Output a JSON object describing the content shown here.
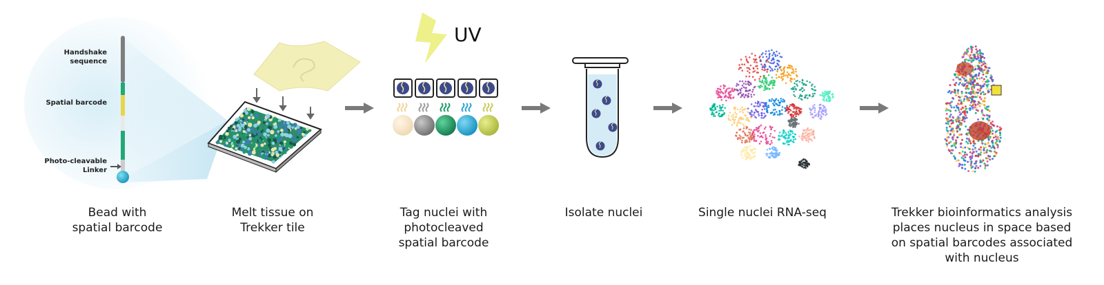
{
  "steps": [
    {
      "caption": "Bead with\nspatial barcode"
    },
    {
      "caption": "Melt tissue on\nTrekker tile"
    },
    {
      "caption": "Tag nuclei with\nphotocleaved\nspatial barcode"
    },
    {
      "caption": "Isolate nuclei"
    },
    {
      "caption": "Single nuclei RNA-seq"
    },
    {
      "caption": "Trekker bioinformatics analysis\nplaces nucleus in space based\non spatial barcodes associated\nwith nucleus"
    }
  ],
  "bead_labels": {
    "handshake": "Handshake\nsequence",
    "spatial": "Spatial barcode",
    "linker": "Photo-cleavable\nLinker"
  },
  "uv_label": "UV",
  "colors": {
    "bead_teal": "#1aa6c4",
    "green": "#1f9a6a",
    "yellow": "#e8d64a",
    "gray": "#8a8a8a",
    "tissue": "#f3efb8",
    "nucleus": "#3d4a8a",
    "arrow": "#7a7a7a"
  }
}
